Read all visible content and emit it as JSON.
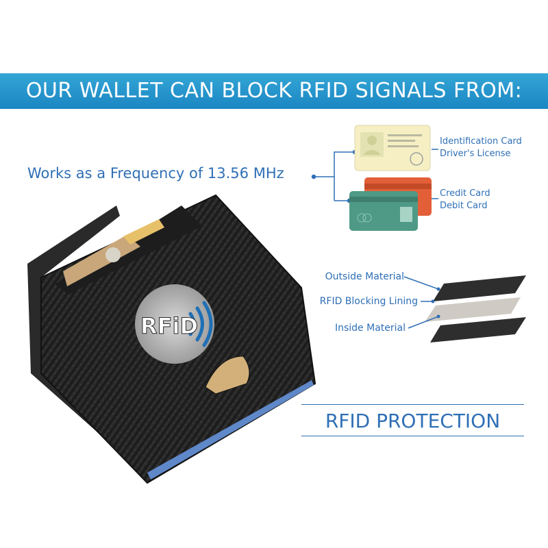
{
  "banner": {
    "title": "OUR WALLET CAN BLOCK RFID SIGNALS FROM:",
    "color": "#1f8fcb"
  },
  "frequency": {
    "text": "Works as a Frequency of 13.56 MHz"
  },
  "cards": {
    "id_labels": [
      "Identification Card",
      "Driver's License"
    ],
    "payment_labels": [
      "Credit Card",
      "Debit Card"
    ]
  },
  "materials": {
    "outside": "Outside Material",
    "lining": "RFID Blocking Lining",
    "inside": "Inside Material"
  },
  "wallet": {
    "badge": "RFiD"
  },
  "footer": {
    "title": "RFID PROTECTION"
  },
  "colors": {
    "accent": "#2f6fb5",
    "banner": "#1f8fcb"
  }
}
